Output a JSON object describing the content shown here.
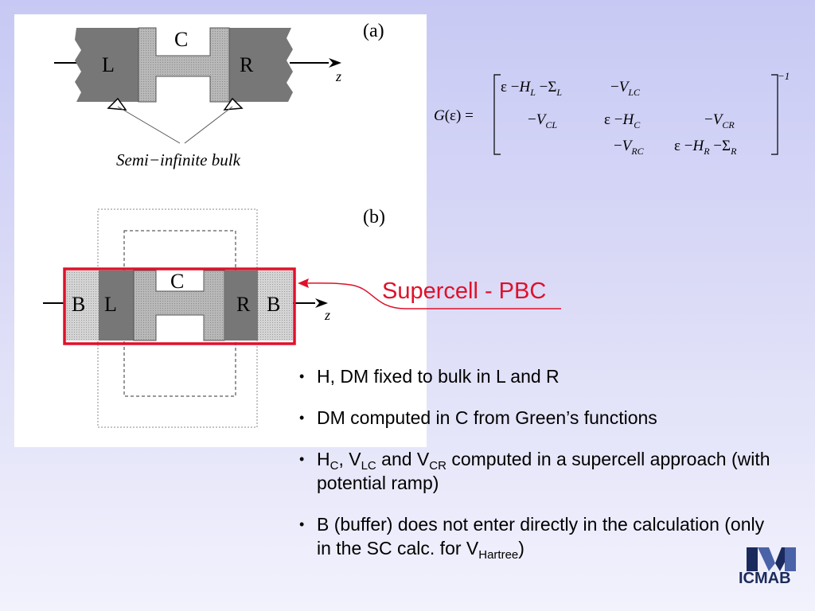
{
  "figure_a": {
    "label": "(a)",
    "left": "L",
    "center": "C",
    "right": "R",
    "axis": "z",
    "caption": "Semi−infinite bulk"
  },
  "figure_b": {
    "label": "(b)",
    "buffer_left": "B",
    "left": "L",
    "center": "C",
    "right": "R",
    "buffer_right": "B",
    "axis": "z"
  },
  "equation": {
    "lhs": "G(ε) =",
    "exponent": "−1",
    "row1": [
      "ε −H_L −Σ_L",
      "−V_LC",
      ""
    ],
    "row2": [
      "−V_CL",
      "ε −H_C",
      "−V_CR"
    ],
    "row3": [
      "",
      "−V_RC",
      "ε −H_R −Σ_R"
    ]
  },
  "annotation": {
    "text": "Supercell - PBC",
    "color": "#e0102a"
  },
  "bullets": [
    {
      "text": "H, DM fixed to bulk in L and R"
    },
    {
      "text": "DM computed in C from Green’s functions"
    },
    {
      "p1": "H",
      "s1": "C",
      "p2": ", V",
      "s2": "LC",
      "p3": " and V",
      "s3": "CR",
      "p4": " computed in a supercell approach (with potential ramp)"
    },
    {
      "p1": "B (buffer) does not enter directly in the calculation (only in the SC calc. for V",
      "s1": "Hartree",
      "p2": ")"
    }
  ],
  "logo": {
    "text": "ICMAB"
  },
  "colors": {
    "highlight": "#e0102a",
    "block_dark": "#777777",
    "block_light": "#b8b8b8"
  }
}
